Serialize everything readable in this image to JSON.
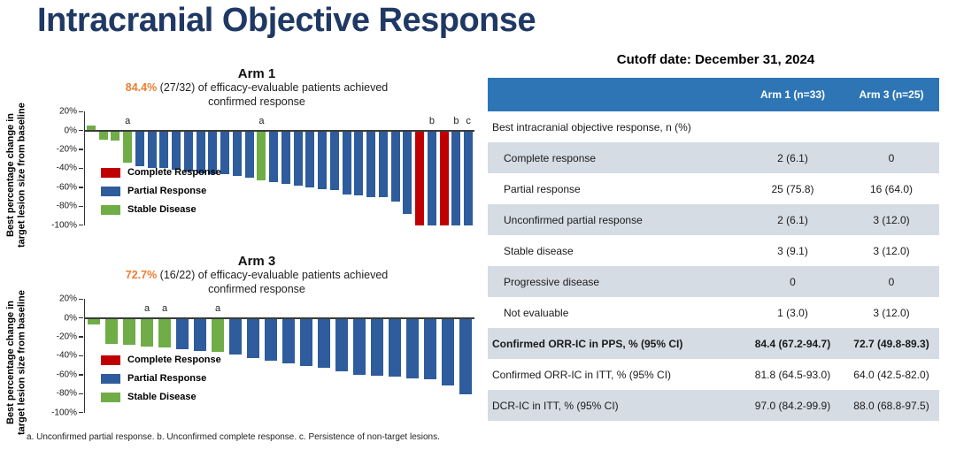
{
  "title": "Intracranial Objective Response",
  "footnote": "a. Unconfirmed partial response. b. Unconfirmed complete response. c. Persistence of non-target lesions.",
  "colors": {
    "complete_response": "#C00000",
    "partial_response": "#2E5C9C",
    "stable_disease": "#70AD47",
    "accent_orange": "#ED7D31",
    "title_navy": "#1F3864",
    "table_header_blue": "#2E75B6",
    "table_row_shade": "#D6DCE4"
  },
  "chart_data": [
    {
      "type": "bar",
      "title": "Arm 1",
      "subtitle_highlight": "84.4%",
      "subtitle": "(27/32) of efficacy-evaluable patients achieved confirmed response",
      "ylabel": "Best percentage change in target lesion size from baseline",
      "yticks": [
        20,
        0,
        -20,
        -40,
        -60,
        -80,
        -100
      ],
      "ylim": [
        -100,
        20
      ],
      "grid": false,
      "legend_position": "lower-left-inside",
      "legend": [
        {
          "label": "Complete Response",
          "key": "complete_response"
        },
        {
          "label": "Partial Response",
          "key": "partial_response"
        },
        {
          "label": "Stable Disease",
          "key": "stable_disease"
        }
      ],
      "bars": [
        {
          "v": 5,
          "t": "sd"
        },
        {
          "v": -10,
          "t": "sd"
        },
        {
          "v": -11,
          "t": "sd"
        },
        {
          "v": -34,
          "t": "sd",
          "note": "a"
        },
        {
          "v": -38,
          "t": "pr"
        },
        {
          "v": -40,
          "t": "pr"
        },
        {
          "v": -40,
          "t": "pr"
        },
        {
          "v": -41,
          "t": "pr"
        },
        {
          "v": -43,
          "t": "pr"
        },
        {
          "v": -45,
          "t": "pr"
        },
        {
          "v": -46,
          "t": "pr"
        },
        {
          "v": -46,
          "t": "pr"
        },
        {
          "v": -48,
          "t": "pr"
        },
        {
          "v": -50,
          "t": "pr"
        },
        {
          "v": -53,
          "t": "sd",
          "note": "a"
        },
        {
          "v": -55,
          "t": "pr"
        },
        {
          "v": -56,
          "t": "pr"
        },
        {
          "v": -58,
          "t": "pr"
        },
        {
          "v": -60,
          "t": "pr"
        },
        {
          "v": -62,
          "t": "pr"
        },
        {
          "v": -63,
          "t": "pr"
        },
        {
          "v": -68,
          "t": "pr"
        },
        {
          "v": -69,
          "t": "pr"
        },
        {
          "v": -70,
          "t": "pr"
        },
        {
          "v": -70,
          "t": "pr"
        },
        {
          "v": -75,
          "t": "pr"
        },
        {
          "v": -88,
          "t": "pr"
        },
        {
          "v": -100,
          "t": "cr"
        },
        {
          "v": -100,
          "t": "pr",
          "note": "b"
        },
        {
          "v": -100,
          "t": "cr"
        },
        {
          "v": -100,
          "t": "pr",
          "note": "b"
        },
        {
          "v": -100,
          "t": "pr",
          "note": "c"
        }
      ]
    },
    {
      "type": "bar",
      "title": "Arm 3",
      "subtitle_highlight": "72.7%",
      "subtitle": "(16/22) of efficacy-evaluable patients achieved confirmed response",
      "ylabel": "Best percentage change in target lesion size from baseline",
      "yticks": [
        20,
        0,
        -20,
        -40,
        -60,
        -80,
        -100
      ],
      "ylim": [
        -100,
        20
      ],
      "grid": false,
      "legend_position": "lower-left-inside",
      "legend": [
        {
          "label": "Complete Response",
          "key": "complete_response"
        },
        {
          "label": "Partial Response",
          "key": "partial_response"
        },
        {
          "label": "Stable Disease",
          "key": "stable_disease"
        }
      ],
      "bars": [
        {
          "v": -7,
          "t": "sd"
        },
        {
          "v": -27,
          "t": "sd"
        },
        {
          "v": -28,
          "t": "sd"
        },
        {
          "v": -30,
          "t": "sd",
          "note": "a"
        },
        {
          "v": -31,
          "t": "sd",
          "note": "a"
        },
        {
          "v": -33,
          "t": "pr"
        },
        {
          "v": -35,
          "t": "pr"
        },
        {
          "v": -36,
          "t": "sd",
          "note": "a"
        },
        {
          "v": -39,
          "t": "pr"
        },
        {
          "v": -42,
          "t": "pr"
        },
        {
          "v": -45,
          "t": "pr"
        },
        {
          "v": -48,
          "t": "pr"
        },
        {
          "v": -51,
          "t": "pr"
        },
        {
          "v": -53,
          "t": "pr"
        },
        {
          "v": -56,
          "t": "pr"
        },
        {
          "v": -60,
          "t": "pr"
        },
        {
          "v": -61,
          "t": "pr"
        },
        {
          "v": -62,
          "t": "pr"
        },
        {
          "v": -64,
          "t": "pr"
        },
        {
          "v": -65,
          "t": "pr"
        },
        {
          "v": -71,
          "t": "pr"
        },
        {
          "v": -81,
          "t": "pr"
        }
      ]
    }
  ],
  "table": {
    "cutoff_title": "Cutoff date: December 31, 2024",
    "columns": [
      "",
      "Arm 1 (n=33)",
      "Arm 3 (n=25)"
    ],
    "rows": [
      {
        "label": "Best intracranial objective response, n (%)",
        "arm1": "",
        "arm3": "",
        "shaded": false,
        "bold": false,
        "indent": false
      },
      {
        "label": "Complete response",
        "arm1": "2 (6.1)",
        "arm3": "0",
        "shaded": true,
        "bold": false,
        "indent": true
      },
      {
        "label": "Partial response",
        "arm1": "25 (75.8)",
        "arm3": "16 (64.0)",
        "shaded": false,
        "bold": false,
        "indent": true
      },
      {
        "label": "Unconfirmed partial response",
        "arm1": "2 (6.1)",
        "arm3": "3 (12.0)",
        "shaded": true,
        "bold": false,
        "indent": true
      },
      {
        "label": "Stable disease",
        "arm1": "3 (9.1)",
        "arm3": "3 (12.0)",
        "shaded": false,
        "bold": false,
        "indent": true
      },
      {
        "label": "Progressive disease",
        "arm1": "0",
        "arm3": "0",
        "shaded": true,
        "bold": false,
        "indent": true
      },
      {
        "label": "Not evaluable",
        "arm1": "1 (3.0)",
        "arm3": "3 (12.0)",
        "shaded": false,
        "bold": false,
        "indent": true
      },
      {
        "label": "Confirmed ORR-IC in PPS, % (95% CI)",
        "arm1": "84.4 (67.2-94.7)",
        "arm3": "72.7 (49.8-89.3)",
        "shaded": true,
        "bold": true,
        "indent": false
      },
      {
        "label": "Confirmed ORR-IC in ITT, % (95% CI)",
        "arm1": "81.8 (64.5-93.0)",
        "arm3": "64.0 (42.5-82.0)",
        "shaded": false,
        "bold": false,
        "indent": false
      },
      {
        "label": "DCR-IC in ITT, % (95% CI)",
        "arm1": "97.0 (84.2-99.9)",
        "arm3": "88.0 (68.8-97.5)",
        "shaded": true,
        "bold": false,
        "indent": false
      }
    ]
  }
}
